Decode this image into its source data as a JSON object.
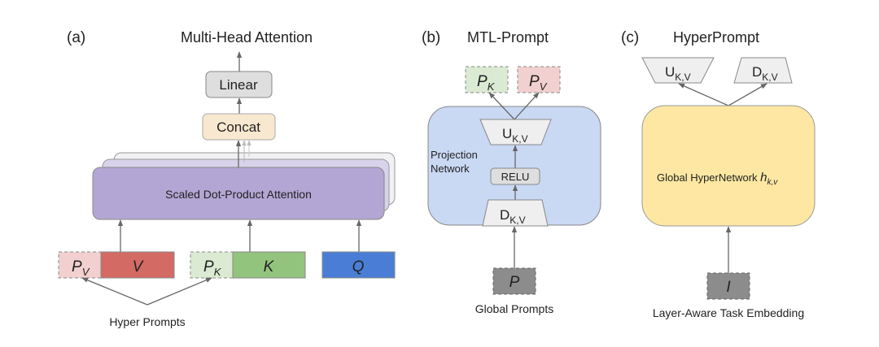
{
  "panel_a": {
    "label": "(a)",
    "title": "Multi-Head Attention",
    "linear": "Linear",
    "concat": "Concat",
    "attention": "Scaled Dot-Product Attention",
    "pv": {
      "base": "P",
      "sub": "V"
    },
    "v": "V",
    "pk": {
      "base": "P",
      "sub": "K"
    },
    "k": "K",
    "q": "Q",
    "caption": "Hyper Prompts"
  },
  "panel_b": {
    "label": "(b)",
    "title": "MTL-Prompt",
    "pk": {
      "base": "P",
      "sub": "K"
    },
    "pv": {
      "base": "P",
      "sub": "V"
    },
    "network_label_1": "Projection",
    "network_label_2": "Network",
    "up": {
      "base": "U",
      "sub": "K,V"
    },
    "relu": "RELU",
    "down": {
      "base": "D",
      "sub": "K,V"
    },
    "p": "P",
    "caption": "Global Prompts"
  },
  "panel_c": {
    "label": "(c)",
    "title": "HyperPrompt",
    "up": {
      "base": "U",
      "sub": "K,V"
    },
    "down": {
      "base": "D",
      "sub": "K,V"
    },
    "hypernet": "Global HyperNetwork ",
    "hypernet_sym": {
      "base": "h",
      "sub": "k,v"
    },
    "i": "I",
    "caption": "Layer-Aware Task Embedding"
  },
  "colors": {
    "attention": "#b3a6d4",
    "concat": "#f8e8d0",
    "linear": "#dedede",
    "v": "#d46a64",
    "pv": "#f1d0cf",
    "k": "#93c47d",
    "pk": "#dbead3",
    "q": "#4a7ed6",
    "projection": "#c9d8f3",
    "hypernet": "#fde7a2",
    "embedding": "#8c8c8c"
  }
}
